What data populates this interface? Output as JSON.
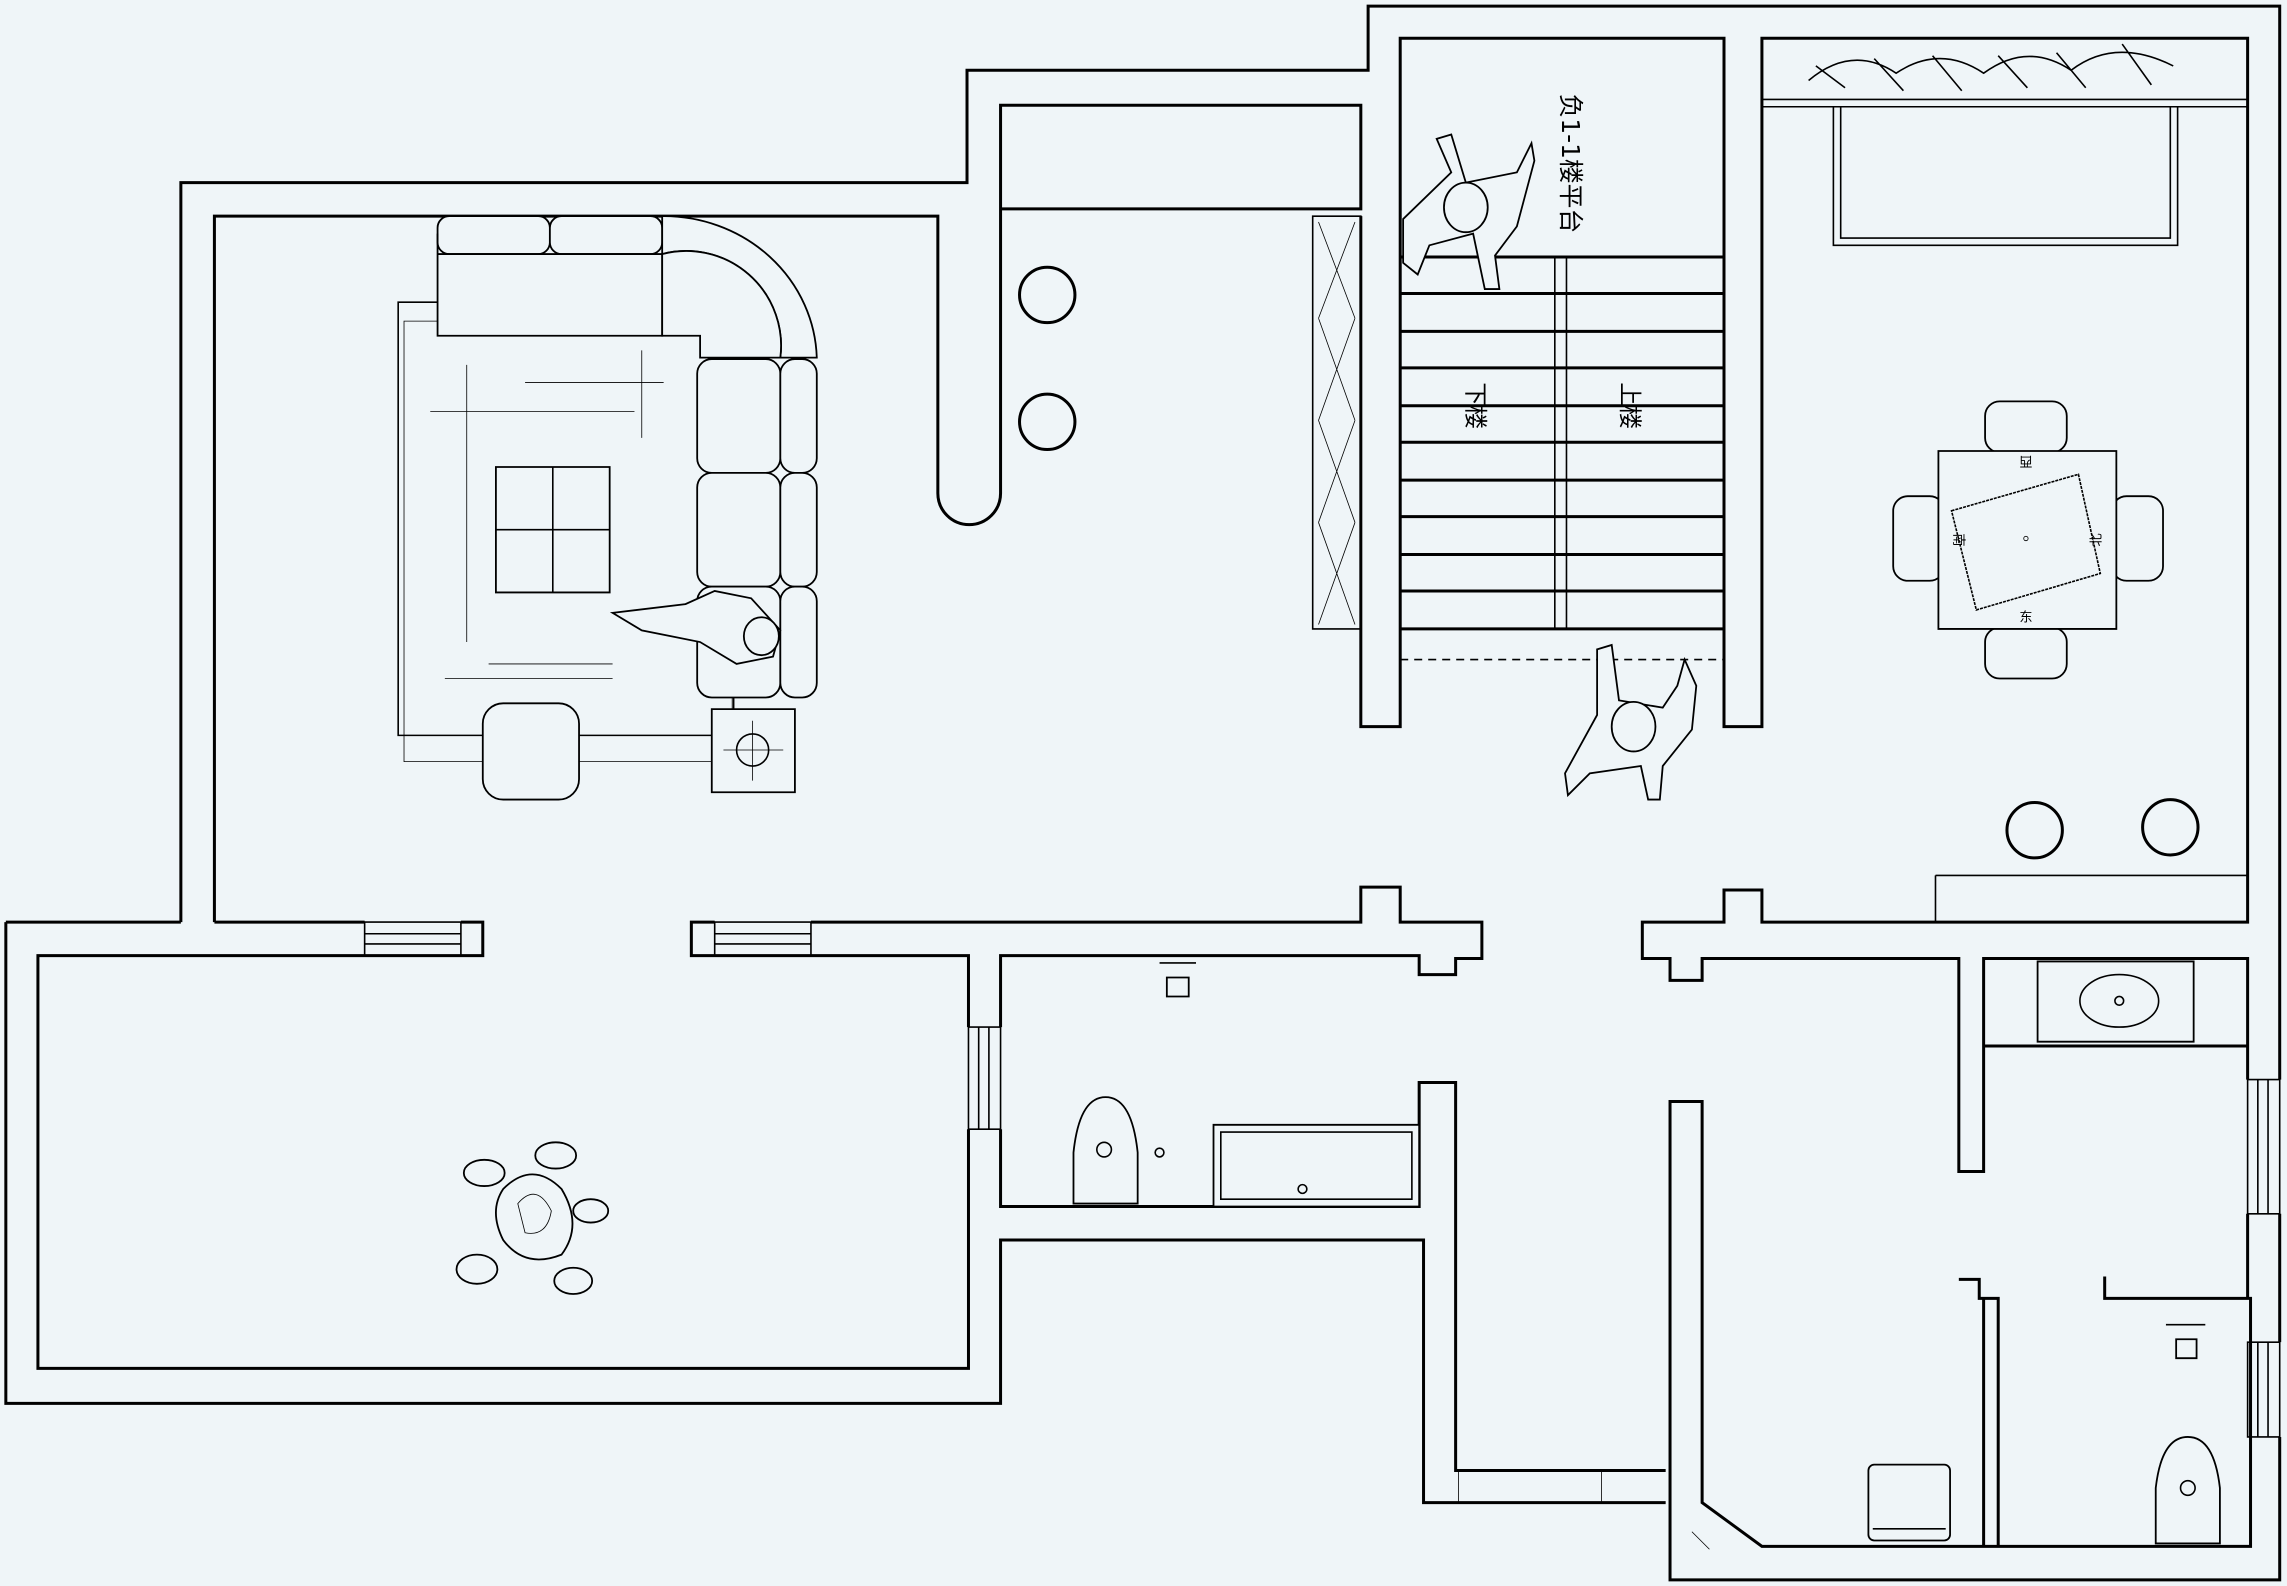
{
  "labels": {
    "platform": "负1-1楼平台",
    "downstairs": "下楼",
    "upstairs": "上楼"
  },
  "mahjong_table": {
    "west": "西",
    "south": "南",
    "north": "北",
    "east": "东"
  },
  "colors": {
    "background": "#eff5f8",
    "line": "#000000"
  }
}
